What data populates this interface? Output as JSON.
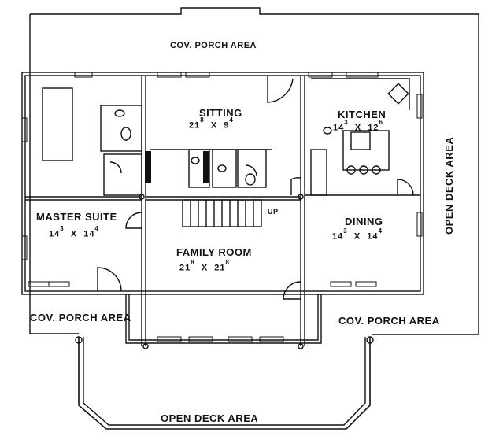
{
  "rooms": {
    "sitting": {
      "name": "SITTING",
      "w_ft": "21",
      "w_in": "8",
      "sep": "X",
      "d_ft": "9",
      "d_in": "4"
    },
    "kitchen": {
      "name": "KITCHEN",
      "w_ft": "14",
      "w_in": "3",
      "sep": "X",
      "d_ft": "12",
      "d_in": "6"
    },
    "master_suite": {
      "name": "MASTER SUITE",
      "w_ft": "14",
      "w_in": "3",
      "sep": "X",
      "d_ft": "14",
      "d_in": "4"
    },
    "dining": {
      "name": "DINING",
      "w_ft": "14",
      "w_in": "3",
      "sep": "X",
      "d_ft": "14",
      "d_in": "4"
    },
    "family_room": {
      "name": "FAMILY ROOM",
      "w_ft": "21",
      "w_in": "8",
      "sep": "X",
      "d_ft": "21",
      "d_in": "8"
    }
  },
  "areas": {
    "cov_porch_top": "COV. PORCH AREA",
    "cov_porch_left": "COV. PORCH AREA",
    "cov_porch_right": "COV. PORCH AREA",
    "open_deck_right": "OPEN DECK AREA",
    "open_deck_bottom": "OPEN DECK AREA",
    "stair_label": "UP"
  }
}
